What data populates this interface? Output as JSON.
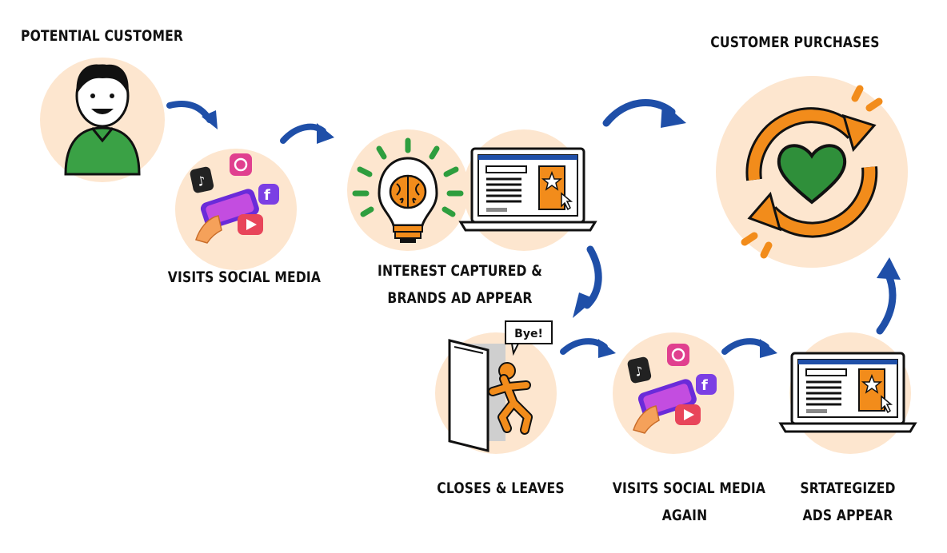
{
  "stages": {
    "potential_customer": "POTENTIAL CUSTOMER",
    "visits_social_media": "VISITS SOCIAL MEDIA",
    "interest_line1": "INTEREST CAPTURED &",
    "interest_line2": "BRANDS AD APPEAR",
    "closes_leaves": "CLOSES & LEAVES",
    "visits_again_line1": "VISITS SOCIAL MEDIA",
    "visits_again_line2": "AGAIN",
    "strategized_line1": "SRTATEGIZED",
    "strategized_line2": "ADS APPEAR",
    "customer_purchases": "CUSTOMER PURCHASES"
  },
  "bubble": {
    "text": "Bye!"
  },
  "colors": {
    "circle": "#fde6cf",
    "arrow": "#1f4fa8",
    "orange": "#f28c1b",
    "green": "#2e9e3e",
    "heart": "#2f8f3a"
  },
  "icons": [
    "person-icon",
    "social-media-phone-icon",
    "lightbulb-brain-icon",
    "laptop-ad-icon",
    "door-exit-icon",
    "refresh-heart-icon"
  ]
}
